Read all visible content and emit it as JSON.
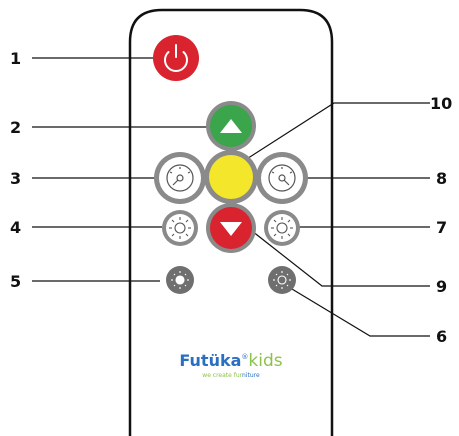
{
  "callouts": [
    {
      "label": "1",
      "target": "power-button"
    },
    {
      "label": "2",
      "target": "up-button"
    },
    {
      "label": "3",
      "target": "speed-down-button"
    },
    {
      "label": "4",
      "target": "brightness-left-button"
    },
    {
      "label": "5",
      "target": "light-low-button"
    },
    {
      "label": "6",
      "target": "light-high-button"
    },
    {
      "label": "7",
      "target": "brightness-right-button"
    },
    {
      "label": "8",
      "target": "speed-up-button"
    },
    {
      "label": "9",
      "target": "down-button"
    },
    {
      "label": "10",
      "target": "center-button"
    }
  ],
  "brand": {
    "name_main": "Futüka",
    "reg_mark": "®",
    "name_kids": "kids",
    "tagline_prefix": "we create fur",
    "tagline_suffix": "niture"
  },
  "colors": {
    "outline": "#111111",
    "power": "#d9232f",
    "up": "#3aa54a",
    "down": "#d9232f",
    "center": "#f4e62a",
    "ring": "#8a8a8a",
    "grey_button": "#6f6f6f",
    "brand_blue": "#2a6fc2",
    "brand_green": "#8bc34a"
  },
  "icons": {
    "power": "power-icon",
    "up": "triangle-up-icon",
    "down": "triangle-down-icon",
    "speed": "gauge-icon",
    "brightness": "sun-icon"
  }
}
